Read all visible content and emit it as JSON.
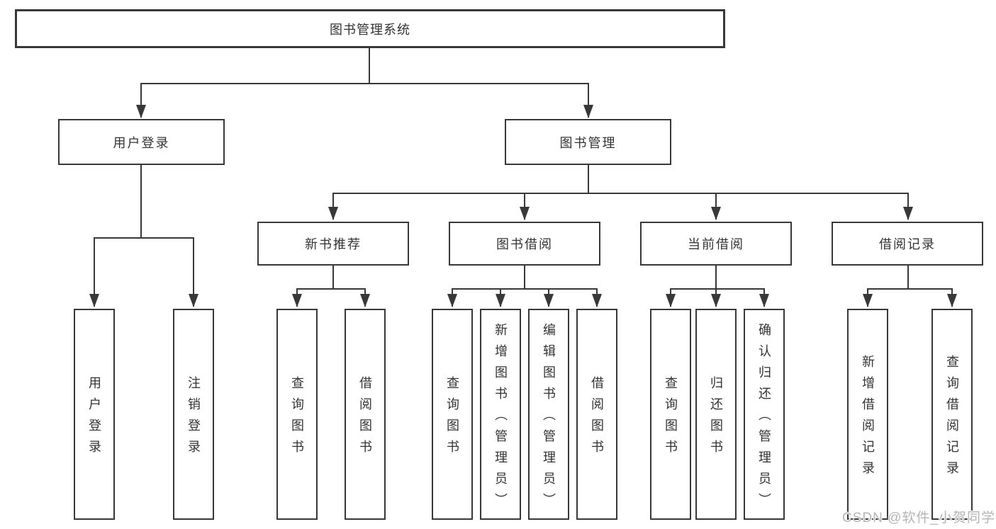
{
  "diagram": {
    "root": {
      "label": "图书管理系统"
    },
    "level2": [
      {
        "label": "用户登录"
      },
      {
        "label": "图书管理"
      }
    ],
    "level3": [
      {
        "label": "新书推荐"
      },
      {
        "label": "图书借阅"
      },
      {
        "label": "当前借阅"
      },
      {
        "label": "借阅记录"
      }
    ],
    "leaf_groups": [
      {
        "parent": "用户登录",
        "items": [
          "用户登录",
          "注销登录"
        ]
      },
      {
        "parent": "新书推荐",
        "items": [
          "查询图书",
          "借阅图书"
        ]
      },
      {
        "parent": "图书借阅",
        "items": [
          "查询图书",
          "新增图书（管理员）",
          "编辑图书（管理员）",
          "借阅图书"
        ]
      },
      {
        "parent": "当前借阅",
        "items": [
          "查询图书",
          "归还图书",
          "确认归还（管理员）"
        ]
      },
      {
        "parent": "借阅记录",
        "items": [
          "新增借阅记录",
          "查询借阅记录"
        ]
      }
    ]
  },
  "watermark": {
    "text": "CSDN @软件_小贺同学"
  },
  "colors": {
    "line": "#383838",
    "text": "#333333",
    "watermark": "#b5b5b5",
    "background": "#ffffff"
  }
}
